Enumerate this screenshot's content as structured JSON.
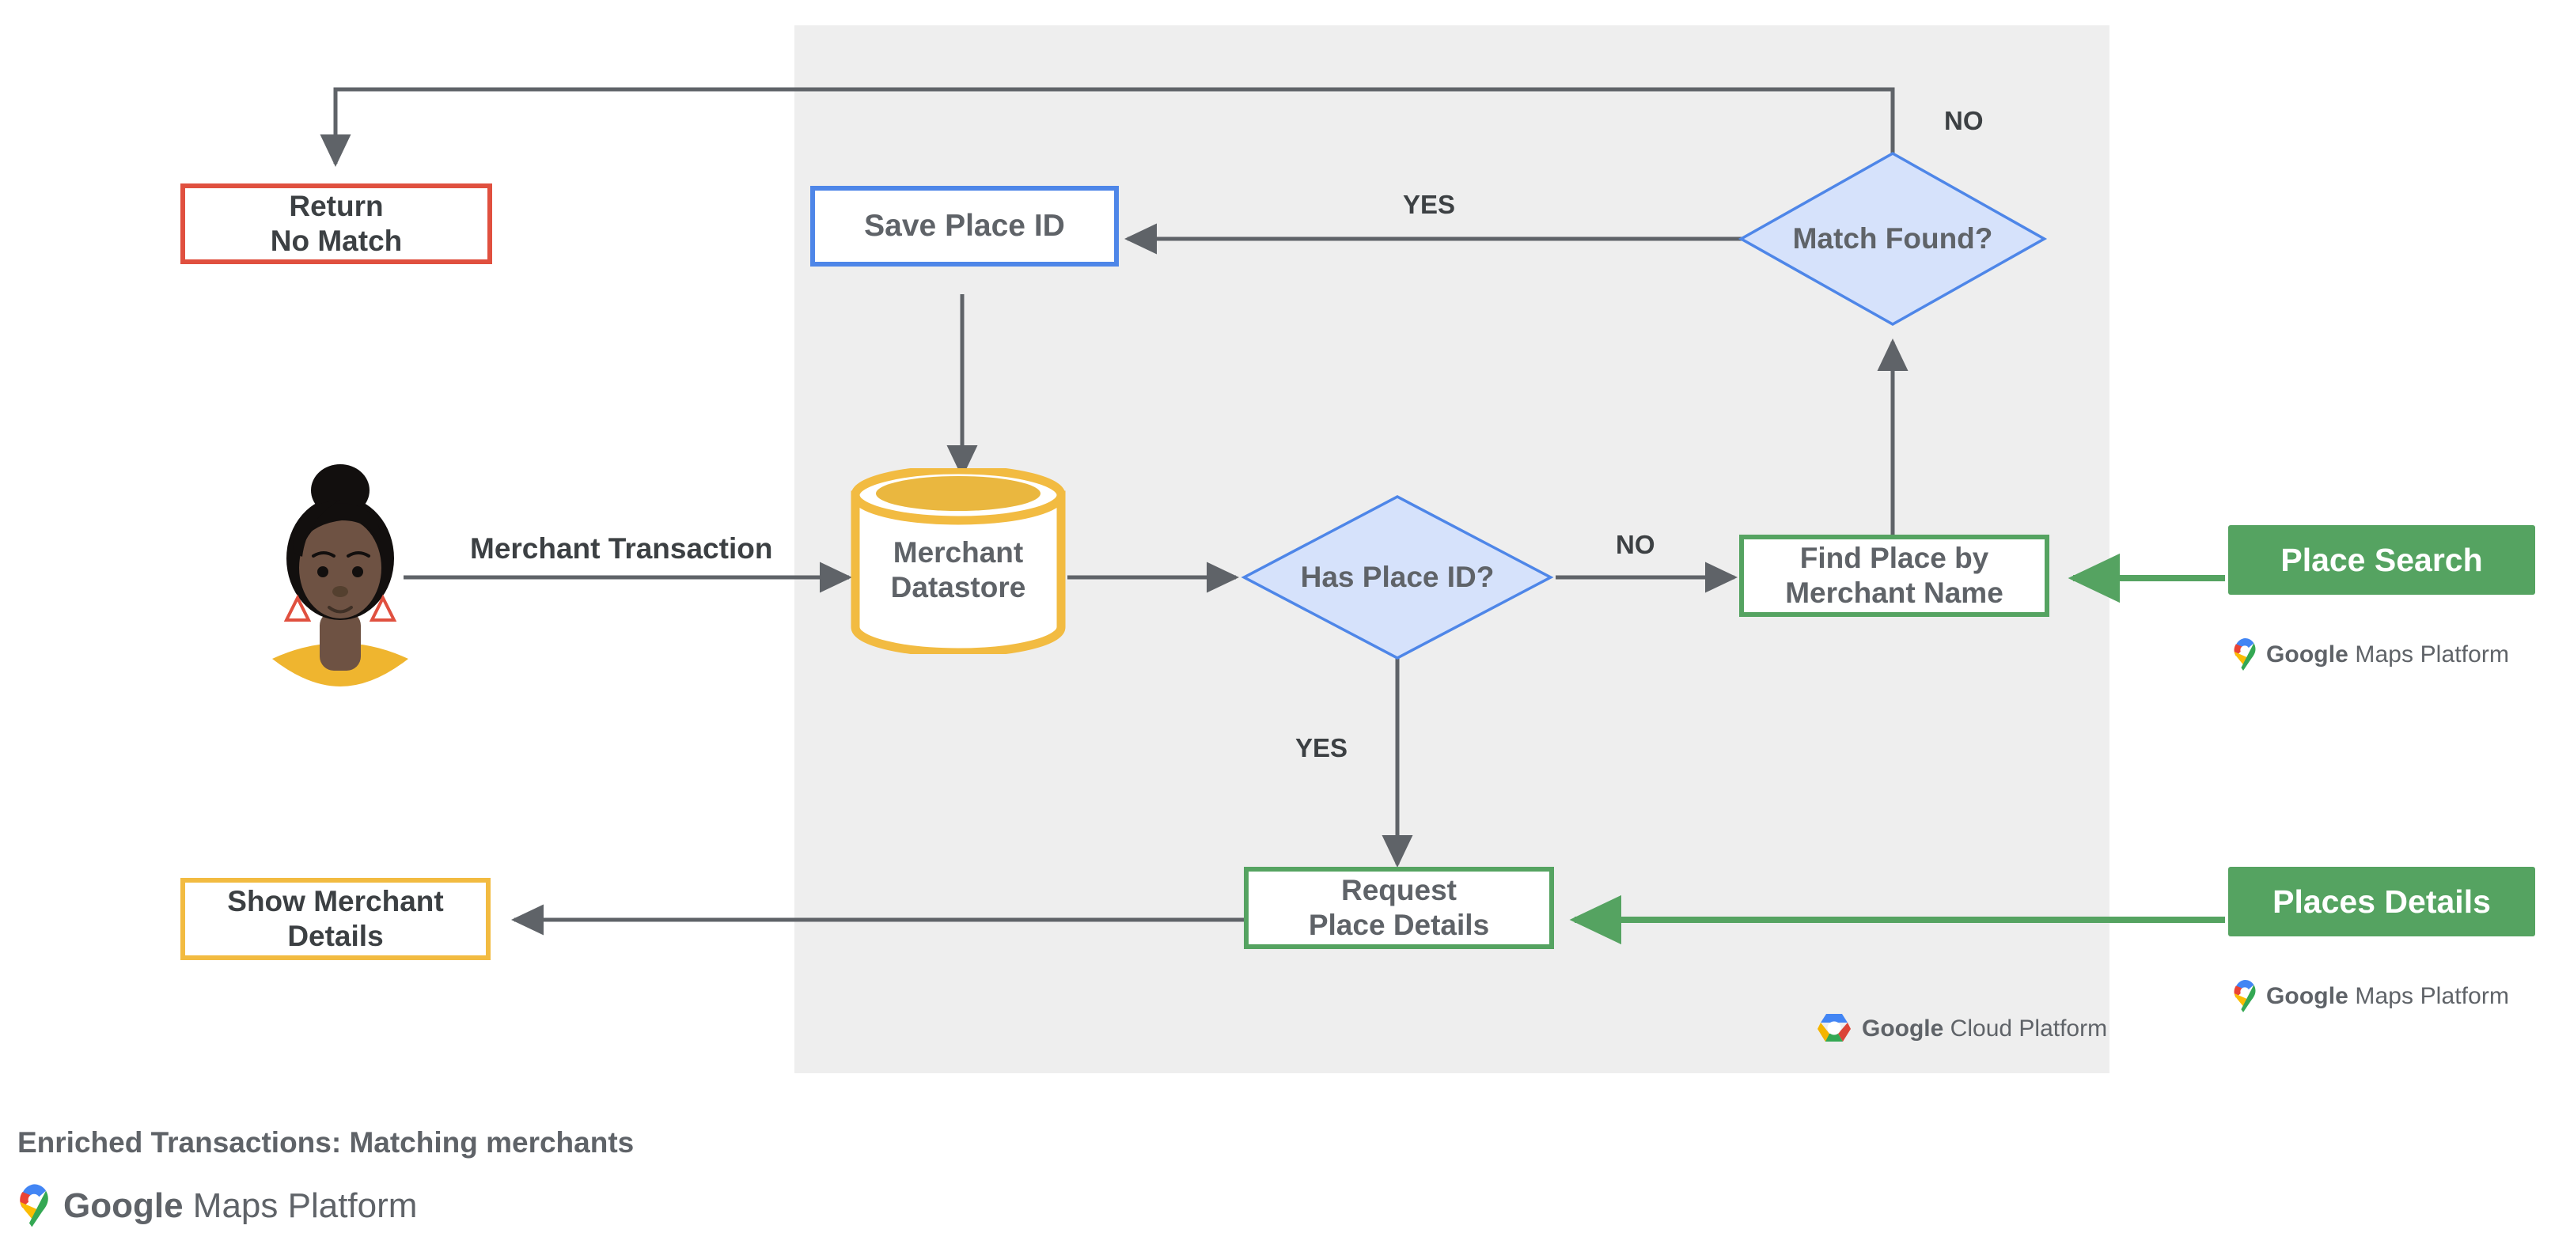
{
  "diagram": {
    "title": "Enriched Transactions: Matching merchants",
    "brand": {
      "maps_platform": "Google Maps Platform",
      "maps_google": "Google",
      "maps_rest": " Maps Platform",
      "cloud_platform": "Google Cloud Platform",
      "cloud_google": "Google",
      "cloud_rest": " Cloud Platform"
    },
    "panel_label": "Google Cloud Platform",
    "colors": {
      "panel_bg": "#eeeeee",
      "red": "#e0503f",
      "blue": "#4e86e8",
      "blue_fill": "#d6e2fb",
      "green": "#55a361",
      "yellow": "#f2bb41",
      "wire": "#5f6368",
      "text": "#5f6368"
    }
  },
  "nodes": {
    "return_no_match": {
      "line1": "Return",
      "line2": "No Match"
    },
    "save_place_id": {
      "line1": "Save Place ID"
    },
    "match_found": {
      "line1": "Match",
      "line2": "Found?"
    },
    "merchant_datastore": {
      "line1": "Merchant",
      "line2": "Datastore"
    },
    "has_place_id": {
      "line1": "Has",
      "line2": "Place ID?"
    },
    "find_place": {
      "line1": "Find Place by",
      "line2": "Merchant Name"
    },
    "place_search": {
      "line1": "Place Search"
    },
    "request_place_details": {
      "line1": "Request",
      "line2": "Place Details"
    },
    "places_details": {
      "line1": "Places Details"
    },
    "show_merchant_details": {
      "line1": "Show Merchant",
      "line2": "Details"
    }
  },
  "edges": {
    "merchant_transaction": "Merchant Transaction",
    "match_found_no": "NO",
    "match_found_yes": "YES",
    "has_place_id_no": "NO",
    "has_place_id_yes": "YES"
  },
  "actor": {
    "name": "customer-avatar"
  }
}
